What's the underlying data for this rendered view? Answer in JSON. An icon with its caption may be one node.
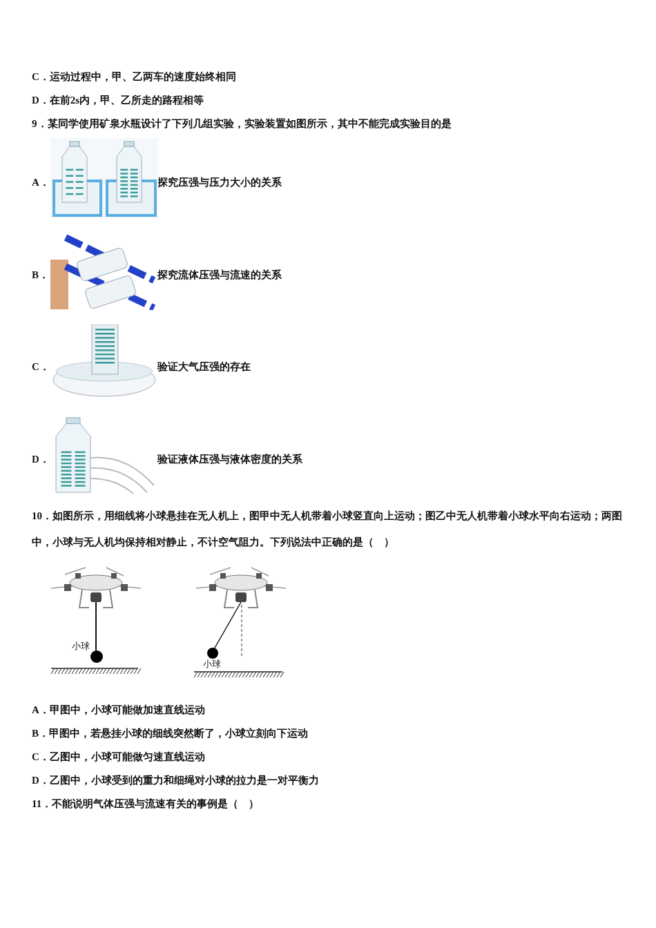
{
  "diagram": {
    "labels": [
      "C．运动过程中，甲、乙两车的速度始终相同",
      "D．在前2s内，甲、乙所走的路程相等",
      "9．某同学使用矿泉水瓶设计了下列几组实验，实验装置如图所示，其中不能完成实验目的是",
      "A．",
      "探究压强与压力大小的关系",
      "B．",
      "探究流体压强与流速的关系",
      "C．",
      "验证大气压强的存在",
      "D．",
      "验证液体压强与液体密度的关系",
      "10．如图所示，用细线将小球悬挂在无人机上，图甲中无人机带着小球竖直向上运动；图乙中无人机带着小球水平向右运动；两图中，小球与无人机均保持相对静止，不计空气阻力。下列说法中正确的是（　）",
      "小球",
      "小球",
      "A．甲图中，小球可能做加速直线运动",
      "B．甲图中，若悬挂小球的细线突然断了，小球立刻向下运动",
      "C．乙图中，小球可能做匀速直线运动",
      "D．乙图中，小球受到的重力和细绳对小球的拉力是一对平衡力",
      "11．不能说明气体压强与流速有关的事例是（　）"
    ]
  }
}
